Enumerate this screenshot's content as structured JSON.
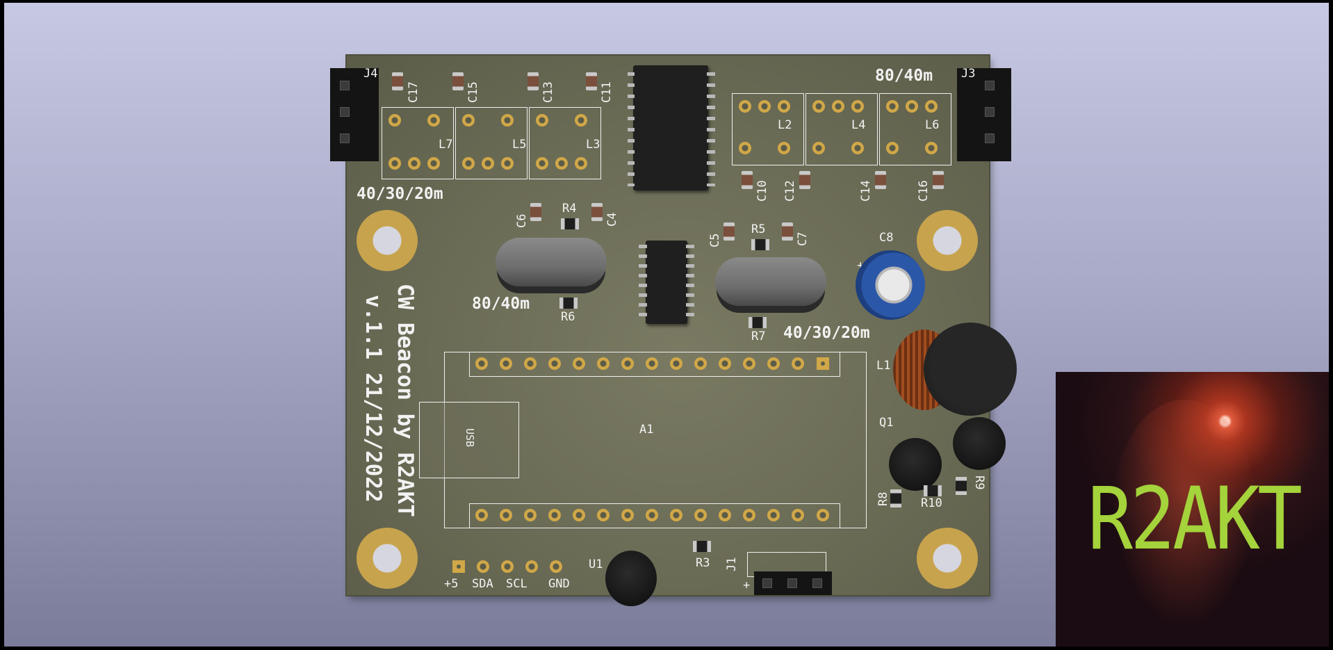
{
  "board": {
    "title_line1": "CW Beacon by R2AKT",
    "title_line2": "v.1.1 21/12/2022",
    "band_labels": {
      "top_left": "40/30/20m",
      "top_right": "80/40m",
      "mid_left": "80/40m",
      "mid_right": "40/30/20m"
    },
    "connector_labels": [
      "+5",
      "SDA",
      "SCL",
      "GND"
    ],
    "j1_plus": "+",
    "usb_label": "USB",
    "module_label": "A1",
    "elcap_plus": "+"
  },
  "references": {
    "J4": "J4",
    "J3": "J3",
    "J1": "J1",
    "C17": "C17",
    "C15": "C15",
    "C13": "C13",
    "C11": "C11",
    "C10": "C10",
    "C12": "C12",
    "C14": "C14",
    "C16": "C16",
    "C6": "C6",
    "C4": "C4",
    "C5": "C5",
    "C7": "C7",
    "C8": "C8",
    "R4": "R4",
    "R5": "R5",
    "R6": "R6",
    "R7": "R7",
    "R3": "R3",
    "R8": "R8",
    "R9": "R9",
    "R10": "R10",
    "L1": "L1",
    "L2": "L2",
    "L3": "L3",
    "L4": "L4",
    "L5": "L5",
    "L6": "L6",
    "L7": "L7",
    "Q1": "Q1",
    "U1": "U1"
  },
  "thumbnail": {
    "logo_text": "R2AKT",
    "logo_color": "#a4d33b"
  },
  "colors": {
    "pcb": "#6a6b55",
    "pad_gold": "#d1a848",
    "silkscreen": "#f2f2f2"
  }
}
